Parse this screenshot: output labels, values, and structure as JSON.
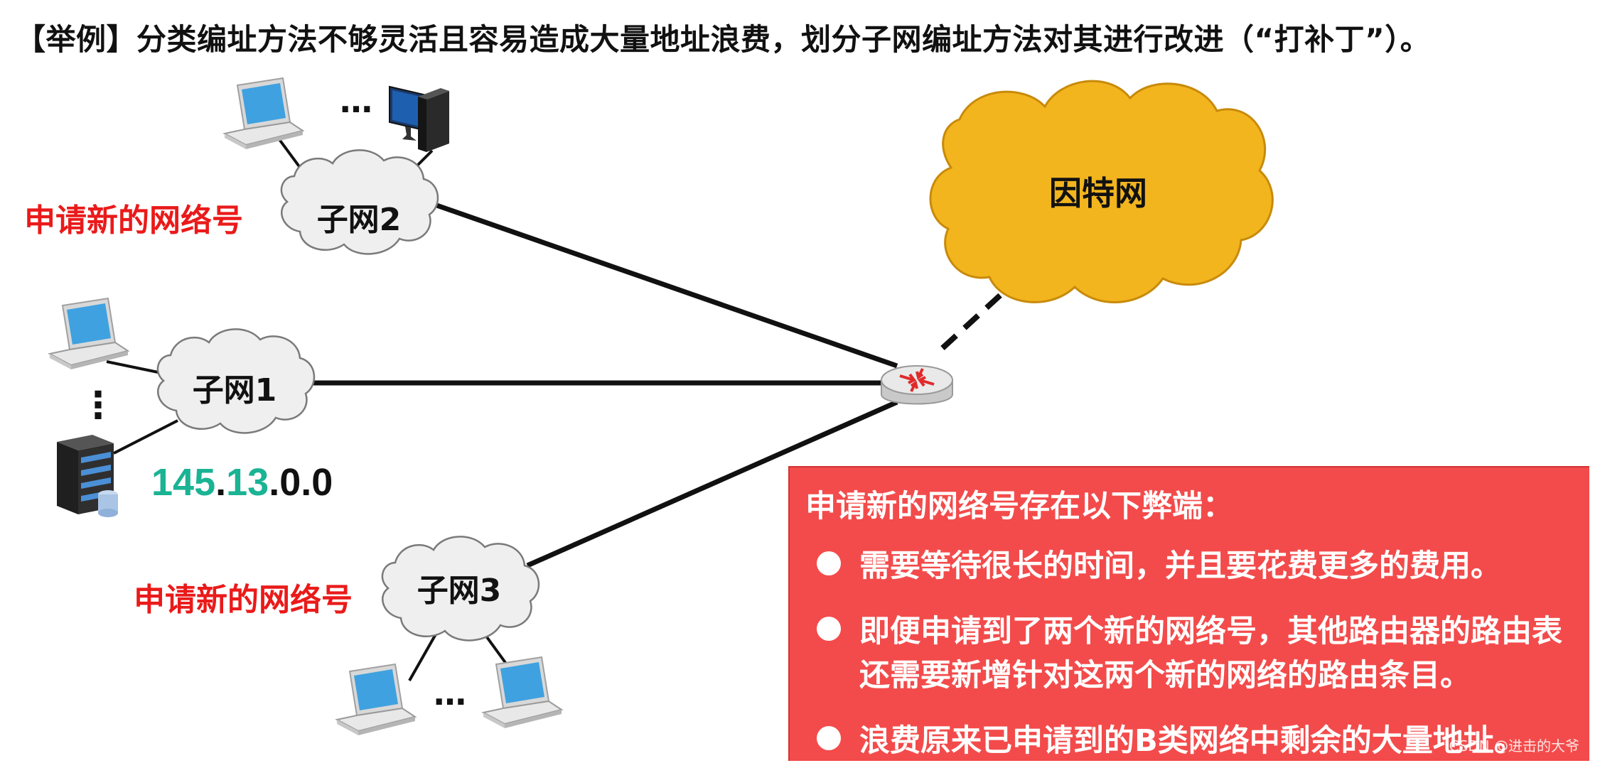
{
  "title": "【举例】分类编址方法不够灵活且容易造成大量地址浪费，划分子网编址方法对其进行改进（“打补丁”）。",
  "clouds": {
    "subnet2": "子网2",
    "subnet1": "子网1",
    "subnet3": "子网3",
    "internet": "因特网"
  },
  "labels": {
    "apply_new_top": "申请新的网络号",
    "apply_new_bottom": "申请新的网络号",
    "ellipsis": "…",
    "vertical_ellipsis": "⋮"
  },
  "ip": {
    "part1": "145",
    "dot1": ".",
    "part2": "13",
    "rest": ".0.0"
  },
  "panel": {
    "title": "申请新的网络号存在以下弊端：",
    "items": [
      "需要等待很长的时间，并且要花费更多的费用。",
      "即便申请到了两个新的网络号，其他路由器的路由表还需要新增针对这两个新的网络的路由条目。",
      "浪费原来已申请到的B类网络中剩余的大量地址。"
    ]
  },
  "watermark": "CSDN @进击的大爷",
  "colors": {
    "internet_cloud": "#f2b51e",
    "subnet_cloud": "#efefef",
    "red_text": "#ea1a1a",
    "panel_bg": "#f34b4b",
    "ip_teal": "#1ab394"
  }
}
